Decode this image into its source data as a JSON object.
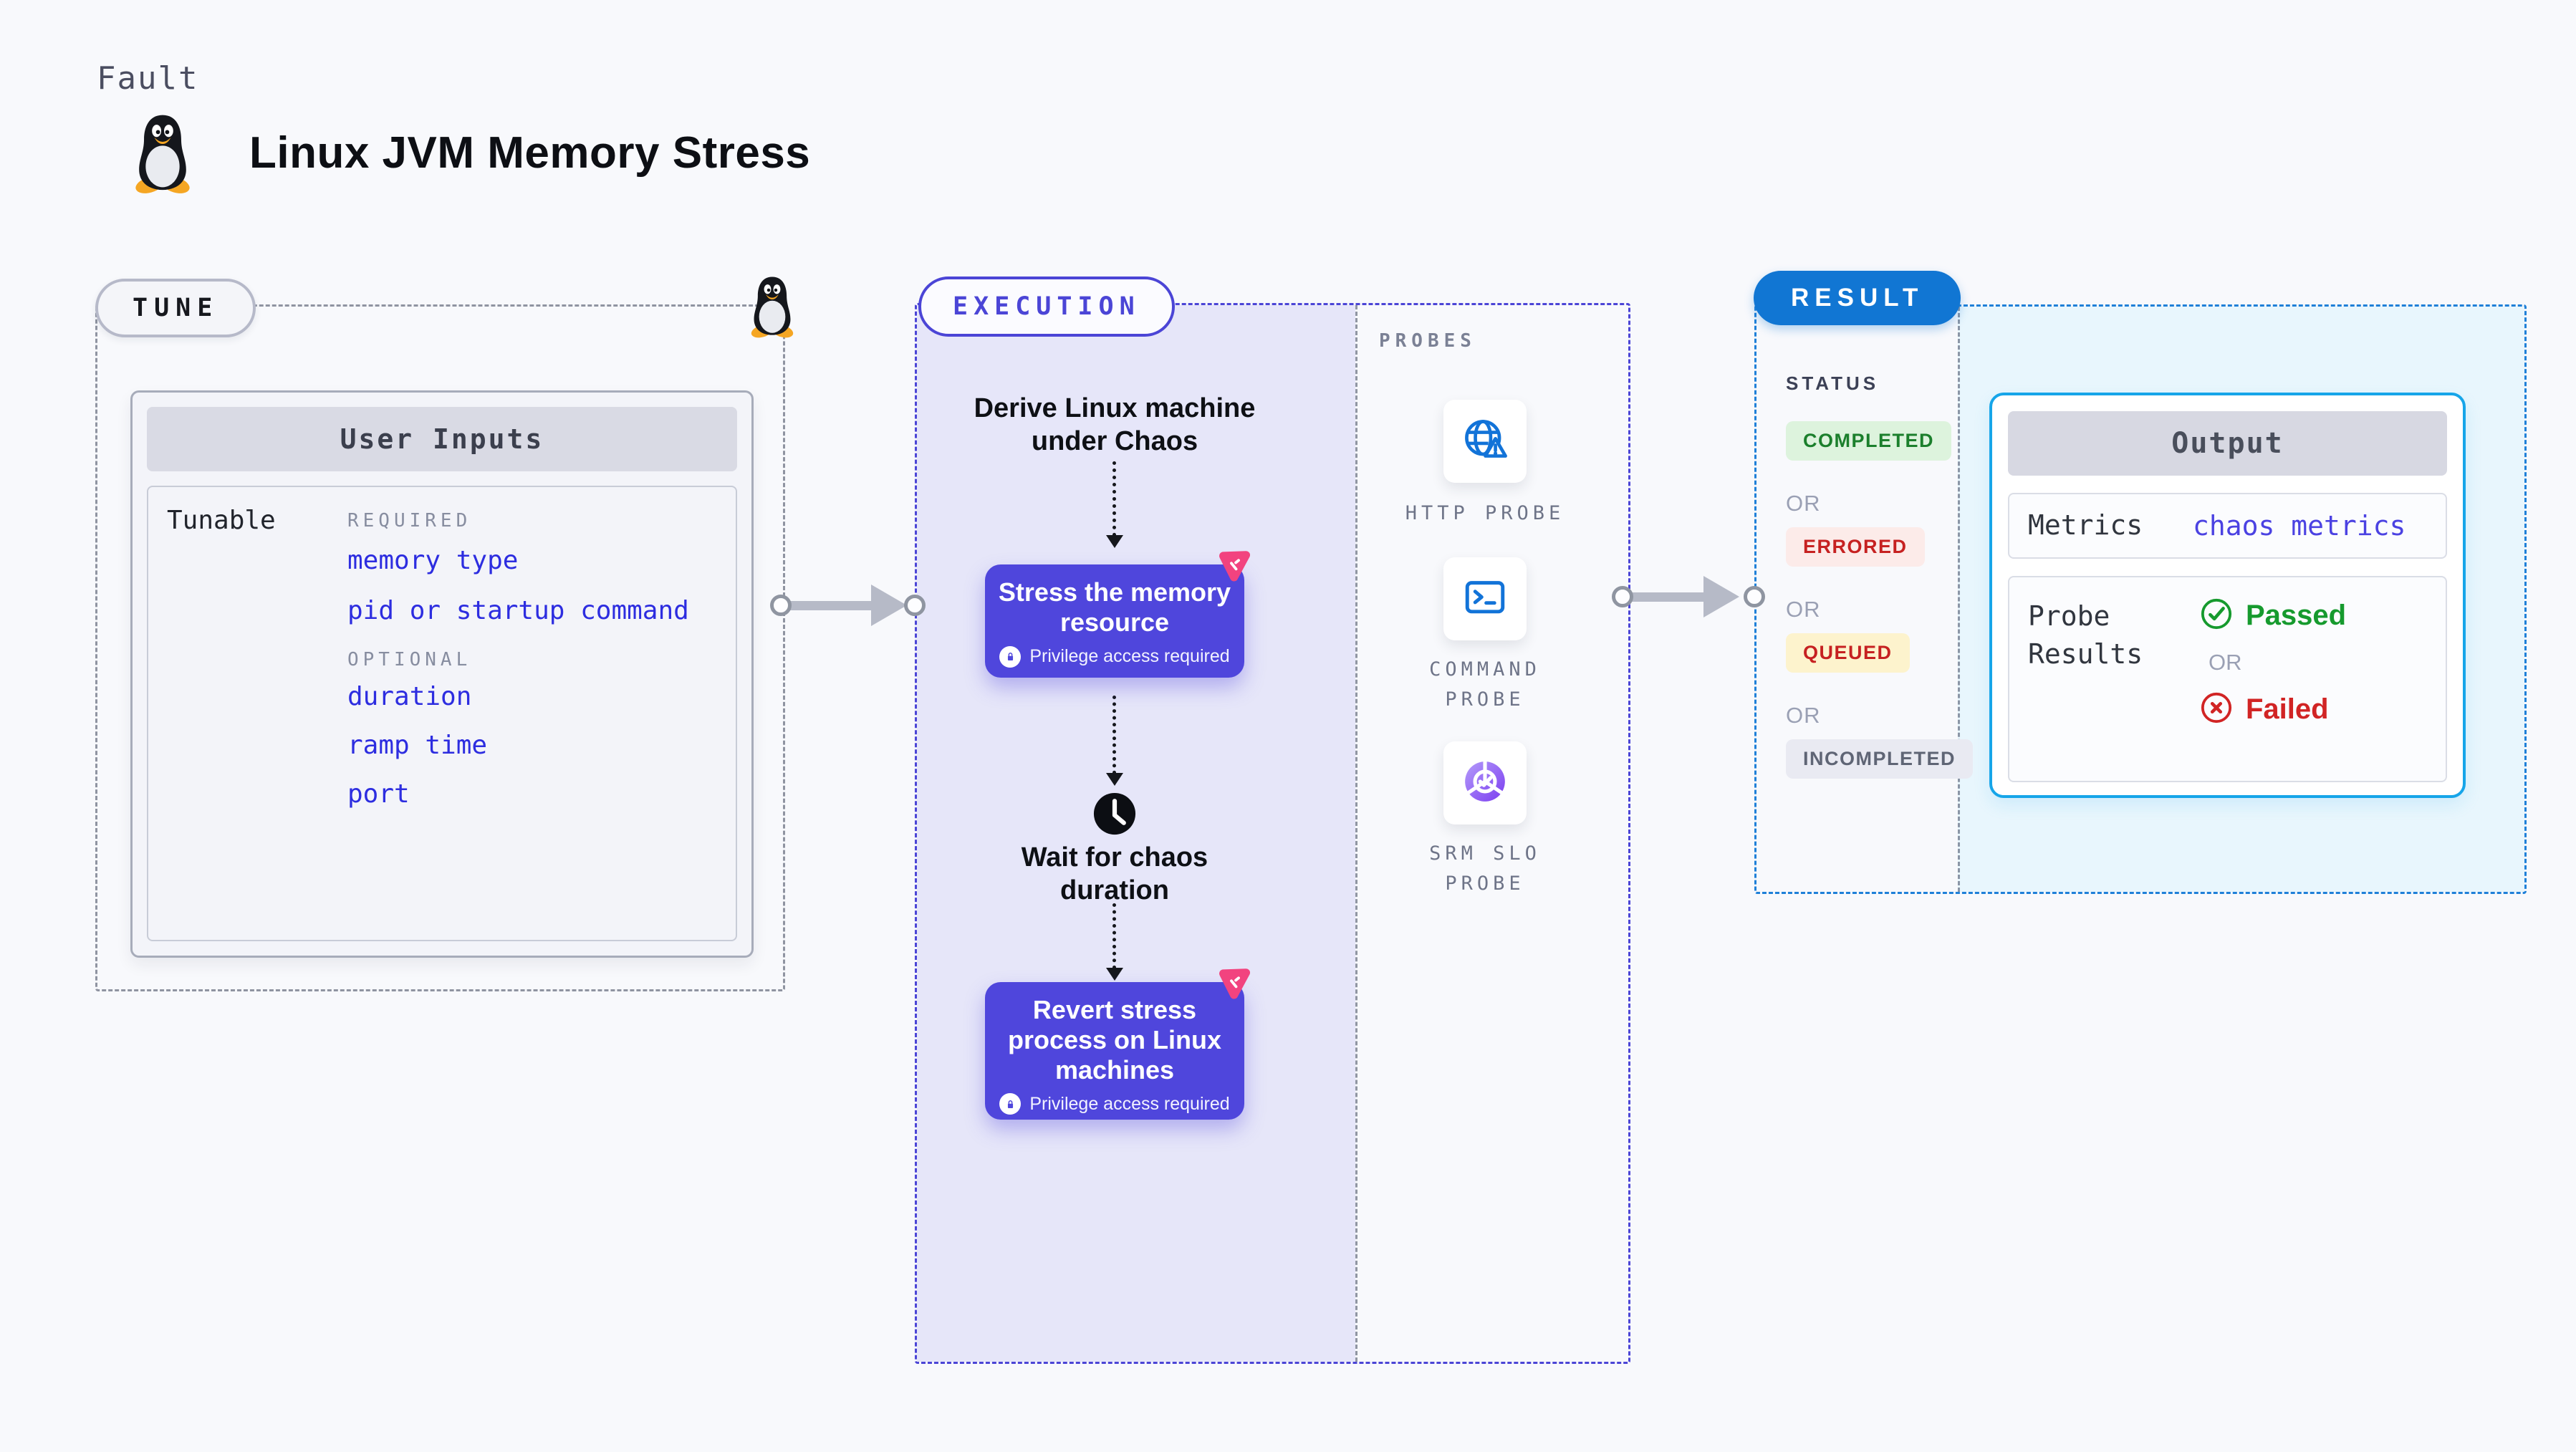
{
  "page": {
    "kind_label": "Fault",
    "title": "Linux JVM Memory Stress"
  },
  "tune": {
    "pill": "TUNE",
    "card_title": "User Inputs",
    "row_label": "Tunable",
    "required_label": "REQUIRED",
    "optional_label": "OPTIONAL",
    "required_items": [
      "memory type",
      "pid or startup command"
    ],
    "optional_items": [
      "duration",
      "ramp time",
      "port"
    ]
  },
  "execution": {
    "pill": "EXECUTION",
    "step_derive": "Derive Linux machine under Chaos",
    "step_stress": {
      "title": "Stress the memory resource",
      "badge": "Privilege access required"
    },
    "step_wait": "Wait for chaos duration",
    "step_revert": {
      "title": "Revert stress process on Linux machines",
      "badge": "Privilege access required"
    }
  },
  "probes": {
    "label": "PROBES",
    "items": [
      {
        "label": "HTTP PROBE",
        "icon": "globe-alert-icon"
      },
      {
        "label": "COMMAND PROBE",
        "icon": "terminal-icon"
      },
      {
        "label": "SRM SLO PROBE",
        "icon": "slo-donut-icon"
      }
    ]
  },
  "result": {
    "pill": "RESULT",
    "status_label": "STATUS",
    "or_label": "OR",
    "statuses": [
      {
        "label": "COMPLETED",
        "fg": "#1b7f2c",
        "bg": "#ddf3dd"
      },
      {
        "label": "ERRORED",
        "fg": "#c62121",
        "bg": "#fcebe9"
      },
      {
        "label": "QUEUED",
        "fg": "#c62121",
        "bg": "#fdf3cd"
      },
      {
        "label": "INCOMPLETED",
        "fg": "#5f6575",
        "bg": "#e9eaf2"
      }
    ],
    "output": {
      "title": "Output",
      "metrics_label": "Metrics",
      "metrics_value": "chaos metrics",
      "probe_results_label": "Probe Results",
      "passed": "Passed",
      "or": "OR",
      "failed": "Failed"
    }
  },
  "colors": {
    "page_bg": "#f8f9fc",
    "execution_accent": "#4b45d6",
    "execution_bg": "#e6e6f9",
    "result_accent": "#1f80d8",
    "result_bg": "#e8f6fd",
    "output_border": "#16a5e9",
    "step_box": "#4f46dc",
    "link_blue": "#2d2de0",
    "metrics_value_blue": "#4b42e2",
    "passed_green": "#169a2e",
    "failed_red": "#d12424",
    "chaos_pink": "#f2437f",
    "arrow_gray": "#b6bac7"
  }
}
